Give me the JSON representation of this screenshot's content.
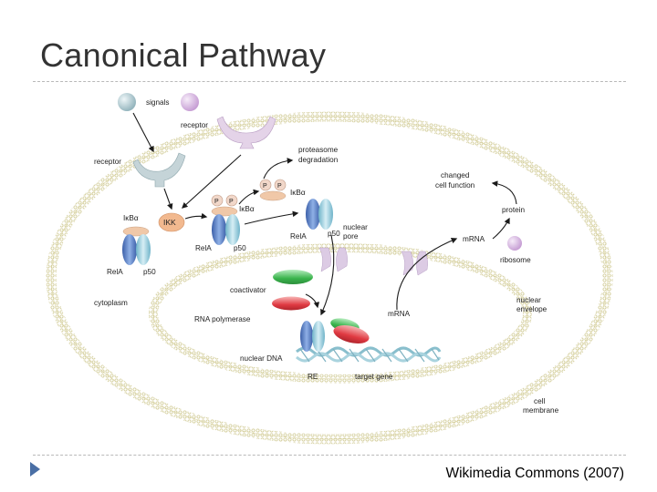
{
  "slide": {
    "title": "Canonical Pathway",
    "credit": "Wikimedia Commons (2007)"
  },
  "labels": {
    "signals": "signals",
    "receptor_top": "receptor",
    "receptor_left": "receptor",
    "proteasome": "proteasome",
    "degradation": "degradation",
    "changed": "changed",
    "cell_function": "cell function",
    "protein": "protein",
    "ikb_left": "IκBα",
    "ikk": "IKK",
    "ikb_mid": "IκBα",
    "ikb_upper": "IκBα",
    "p_mark": "P",
    "rela_mid": "RelA",
    "p50_mid": "p50",
    "rela_nuc": "RelA",
    "p50_nuc": "p50",
    "nuclear_pore_1": "nuclear",
    "nuclear_pore_2": "pore",
    "mrna_right": "mRNA",
    "ribosome": "ribosome",
    "rela_left": "RelA",
    "p50_left": "p50",
    "coactivator": "coactivator",
    "cytoplasm": "cytoplasm",
    "rna_polymerase": "RNA polymerase",
    "mrna_nuc": "mRNA",
    "nuclear_envelope_1": "nuclear",
    "nuclear_envelope_2": "envelope",
    "nuclear_dna": "nuclear DNA",
    "re": "RE",
    "target_gene": "target gene",
    "cell_membrane_1": "cell",
    "cell_membrane_2": "membrane"
  },
  "colors": {
    "membrane": "#e8e3b8",
    "receptor": "#c6d3d6",
    "receptor_top": "#e1cfe4",
    "ikk": "#f2b98f",
    "rela": "#5a7fc1",
    "p50": "#9fd0de",
    "ikb": "#f1c6a8",
    "phospho": "#f1d7c9",
    "coactivator": "#49b857",
    "polymerase": "#e0454c",
    "pore": "#dccbe4",
    "ribosome": "#e6d3ec",
    "dna": "#9ecbd7",
    "signal_grey": "#a9c4cc",
    "signal_purple": "#d9b7e2",
    "arrow": "#1a1a1a"
  }
}
